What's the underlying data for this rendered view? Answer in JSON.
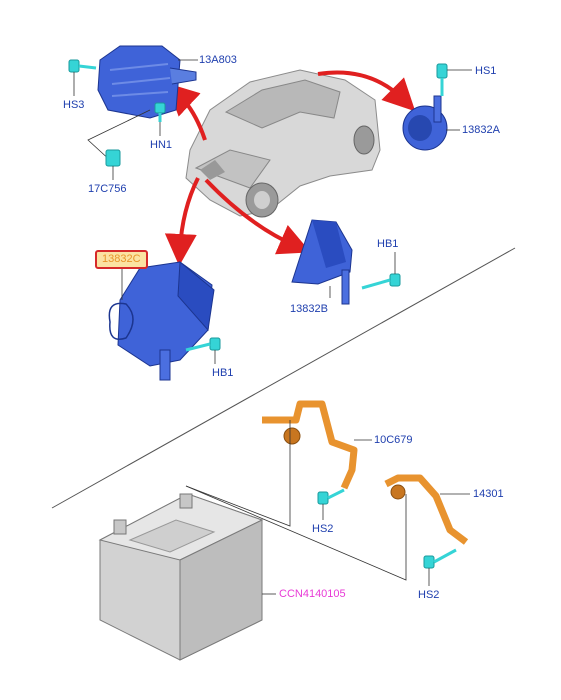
{
  "colors": {
    "label_blue": "#1f3fae",
    "label_pink": "#e83ad6",
    "arrow_red": "#e02020",
    "part_blue": "#3f63d8",
    "bolt_cyan": "#35d4d6",
    "cable_orange": "#e8932f",
    "battery_gray": "#d2d2d2",
    "highlight_border": "#d62a2a",
    "highlight_fill": "#fbe3a2"
  },
  "labels": {
    "p13A803": "13A803",
    "hs3": "HS3",
    "hn1": "HN1",
    "p17C756": "17C756",
    "hs1": "HS1",
    "p13832A": "13832A",
    "p13832C": "13832C",
    "hb1_left": "HB1",
    "hb1_right": "HB1",
    "p13832B": "13832B",
    "p10C679": "10C679",
    "p14301": "14301",
    "hs2_left": "HS2",
    "hs2_right": "HS2",
    "ccn": "CCN4140105"
  }
}
